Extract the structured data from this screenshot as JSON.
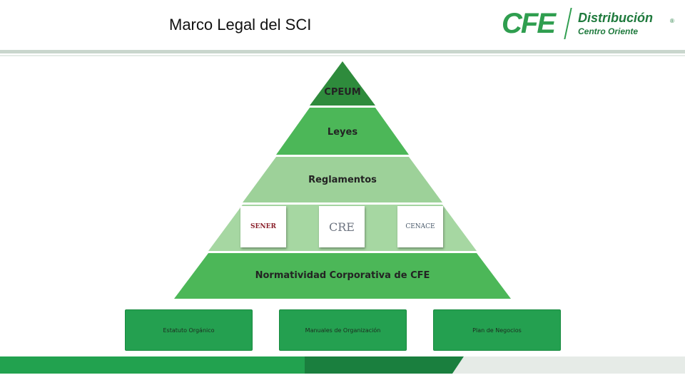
{
  "header": {
    "title": "Marco Legal del SCI"
  },
  "logo": {
    "mark": "CFE",
    "brand": "Distribución",
    "sub": "Centro Oriente",
    "reg": "®"
  },
  "pyramid": {
    "tiers": [
      {
        "label": "CPEUM",
        "color": "#2e8b3c"
      },
      {
        "label": "Leyes",
        "color": "#4cb758"
      },
      {
        "label": "Reglamentos",
        "color": "#9dd199"
      },
      {
        "label": "",
        "color": "#a6d7a2"
      },
      {
        "label": "Normatividad Corporativa de CFE",
        "color": "#4cb758"
      }
    ],
    "badges": [
      {
        "label": "SENER",
        "color": "#8a1f2a"
      },
      {
        "label": "CRE",
        "color": "#6d7480"
      },
      {
        "label": "CENACE",
        "color": "#4a5a6b"
      }
    ]
  },
  "boxes": [
    {
      "label": "Estatuto Orgánico"
    },
    {
      "label": "Manuales de Organización"
    },
    {
      "label": "Plan de Negocios"
    }
  ]
}
